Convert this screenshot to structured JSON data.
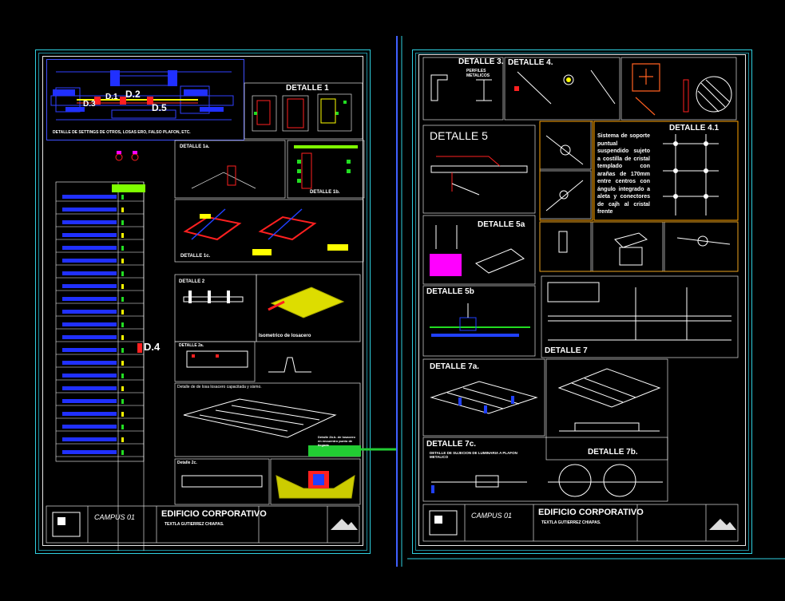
{
  "colors": {
    "cyan": "#2fd0e0",
    "white": "#ffffff",
    "red": "#ff2020",
    "yellow": "#ffff00",
    "green": "#22dd22",
    "blue": "#2020ff",
    "magenta": "#ff00ff",
    "orange": "#ffa500",
    "connector": "#22cc33"
  },
  "sheet_left": {
    "detail_labels": [
      "D.1",
      "D.2",
      "D.3",
      "D.5",
      "D.4"
    ],
    "top_caption": "DETALLE DE SETTINGS DE OTROS, LOSAS ERO, FALSO PLAFON, ETC.",
    "detalle_1": "DETALLE 1",
    "detalle_1a": "DETALLE 1a.",
    "detalle_1b": "DETALLE 1b.",
    "detalle_1c": "DETALLE 1c.",
    "detalle_2": "DETALLE 2",
    "isometrico": "Isometrico de losacero",
    "detalle_2a": "DETALLE 2a.",
    "detalle_2b_note": "Detalle de de losa losacero capacitada y sismo.",
    "detalle_2c": "Detalle 2c.",
    "green_note": "Detalle 2b.b. de losacero en encuentro punto de llegada",
    "campus": "CAMPUS 01",
    "project": "EDIFICIO CORPORATIVO",
    "subproject": "TEXTLA GUTIERREZ CHIAPAS."
  },
  "sheet_right": {
    "detalle_3": "DETALLE 3.",
    "perfiles": "PERFILES METALICOS",
    "detalle_4": "DETALLE 4.",
    "detalle_5": "DETALLE 5",
    "detalle_41": "DETALLE 4.1",
    "desc_41": "Sistema de soporte puntual suspendido sujeto a costilla de cristal templado con arañas de 170mm entre centros con ángulo integrado a aleta y conectores de cajh al cristal frente",
    "detalle_5a": "DETALLE 5a",
    "detalle_5b": "DETALLE 5b",
    "detalle_7": "DETALLE 7",
    "detalle_7a": "DETALLE 7a.",
    "detalle_7b": "DETALLE 7b.",
    "detalle_7c": "DETALLE 7c.",
    "note_7c": "DETALLE DE SUJECION DE LUMINARIA A PLAFON METALICO",
    "campus": "CAMPUS 01",
    "project": "EDIFICIO CORPORATIVO",
    "subproject": "TEXTLA GUTIERREZ CHIAPAS."
  }
}
